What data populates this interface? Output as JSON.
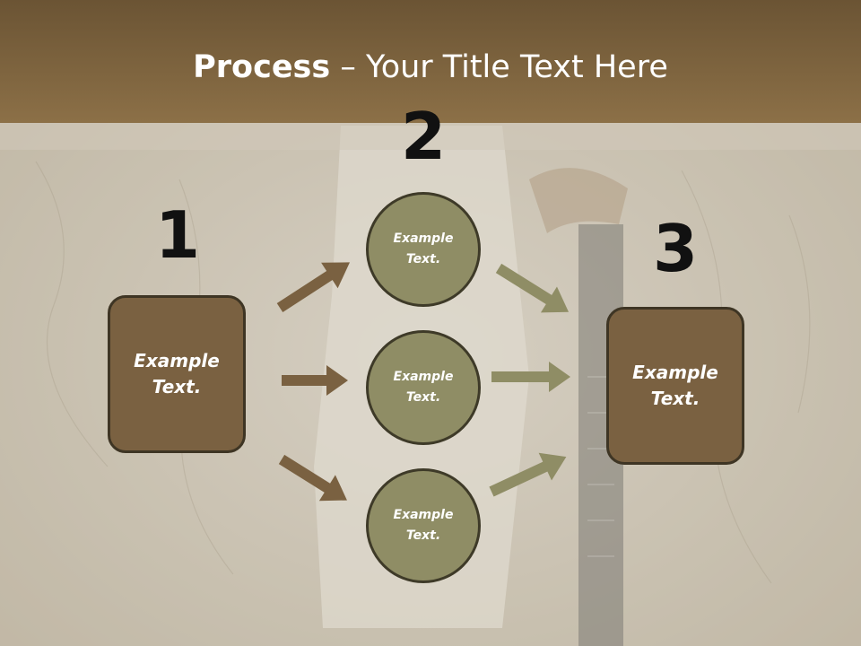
{
  "slide": {
    "title_bold": "Process",
    "title_rest": " – Your Title Text Here"
  },
  "steps": {
    "left_number": "1",
    "middle_number": "2",
    "right_number": "3",
    "left_box": "Example Text.",
    "right_box": "Example Text.",
    "circle_top": "Example Text.",
    "circle_middle": "Example Text.",
    "circle_bottom": "Example Text."
  },
  "colors": {
    "header": "#8c7047",
    "box_fill": "#7a6141",
    "circle_fill": "#8f8d65",
    "left_arrows": "#7a6141",
    "right_arrows": "#8f8d65"
  }
}
